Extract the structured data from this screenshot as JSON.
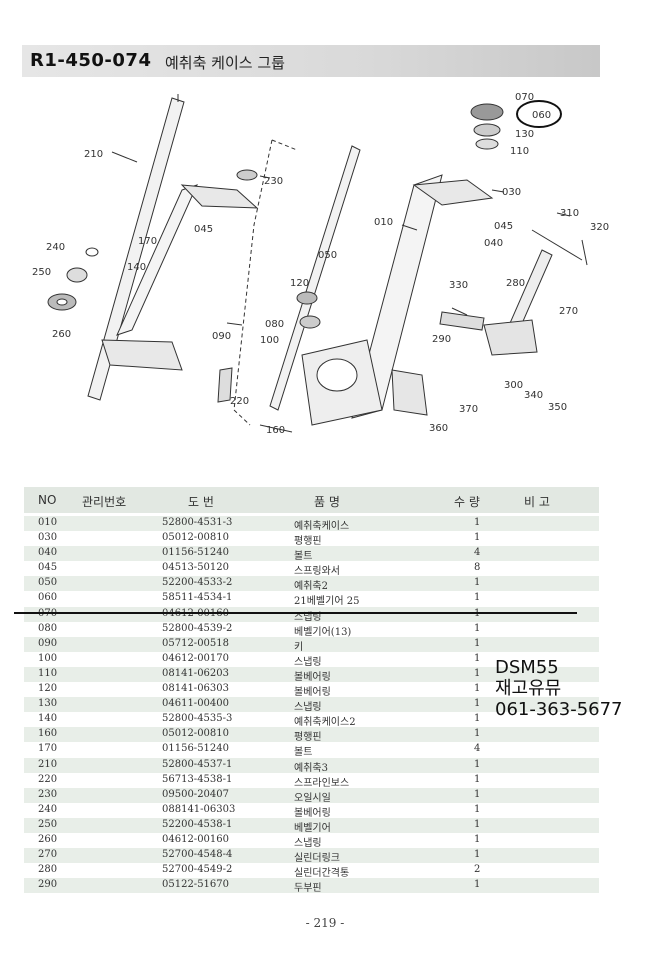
{
  "header": {
    "code": "R1-450-074",
    "name": "예취축 케이스 그룹"
  },
  "diagram": {
    "callouts": [
      "070",
      "060",
      "130",
      "110",
      "210",
      "230",
      "045",
      "170",
      "030",
      "010",
      "310",
      "320",
      "240",
      "140",
      "050",
      "045",
      "040",
      "250",
      "120",
      "280",
      "270",
      "330",
      "260",
      "080",
      "090",
      "100",
      "290",
      "300",
      "340",
      "350",
      "220",
      "370",
      "160",
      "360"
    ]
  },
  "table": {
    "headers": {
      "no": "NO",
      "mgmt": "관리번호",
      "part": "도   번",
      "name": "품   명",
      "qty": "수 량",
      "remark": "비 고"
    },
    "rows": [
      {
        "no": "010",
        "part": "52800-4531-3",
        "name": "예취축케이스",
        "qty": "1"
      },
      {
        "no": "030",
        "part": "05012-00810",
        "name": "평행핀",
        "qty": "1"
      },
      {
        "no": "040",
        "part": "01156-51240",
        "name": "볼트",
        "qty": "4"
      },
      {
        "no": "045",
        "part": "04513-50120",
        "name": "스프링와서",
        "qty": "8"
      },
      {
        "no": "050",
        "part": "52200-4533-2",
        "name": "예취축2",
        "qty": "1"
      },
      {
        "no": "060",
        "part": "58511-4534-1",
        "name": "21베벨기어 25",
        "qty": "1"
      },
      {
        "no": "070",
        "part": "04612-00160",
        "name": "스냅링",
        "qty": "1"
      },
      {
        "no": "080",
        "part": "52800-4539-2",
        "name": "베벨기어(13)",
        "qty": "1"
      },
      {
        "no": "090",
        "part": "05712-00518",
        "name": "키",
        "qty": "1"
      },
      {
        "no": "100",
        "part": "04612-00170",
        "name": "스냅링",
        "qty": "1"
      },
      {
        "no": "110",
        "part": "08141-06203",
        "name": "볼베어링",
        "qty": "1"
      },
      {
        "no": "120",
        "part": "08141-06303",
        "name": "볼베어링",
        "qty": "1"
      },
      {
        "no": "130",
        "part": "04611-00400",
        "name": "스냅링",
        "qty": "1"
      },
      {
        "no": "140",
        "part": "52800-4535-3",
        "name": "예취축케이스2",
        "qty": "1"
      },
      {
        "no": "160",
        "part": "05012-00810",
        "name": "평행핀",
        "qty": "1"
      },
      {
        "no": "170",
        "part": "01156-51240",
        "name": "볼트",
        "qty": "4"
      },
      {
        "no": "210",
        "part": "52800-4537-1",
        "name": "예취축3",
        "qty": "1"
      },
      {
        "no": "220",
        "part": "56713-4538-1",
        "name": "스프라인보스",
        "qty": "1"
      },
      {
        "no": "230",
        "part": "09500-20407",
        "name": "오일시일",
        "qty": "1"
      },
      {
        "no": "240",
        "part": "088141-06303",
        "name": "볼베어링",
        "qty": "1"
      },
      {
        "no": "250",
        "part": "52200-4538-1",
        "name": "베벨기어",
        "qty": "1"
      },
      {
        "no": "260",
        "part": "04612-00160",
        "name": "스냅링",
        "qty": "1"
      },
      {
        "no": "270",
        "part": "52700-4548-4",
        "name": "실린더링크",
        "qty": "1"
      },
      {
        "no": "280",
        "part": "52700-4549-2",
        "name": "실린더간격통",
        "qty": "2"
      },
      {
        "no": "290",
        "part": "05122-51670",
        "name": "두부핀",
        "qty": "1"
      }
    ]
  },
  "stamp": {
    "line1": "DSM55",
    "line2": "재고유뮤",
    "line3": "061-363-5677"
  },
  "page_number": "- 219 -"
}
